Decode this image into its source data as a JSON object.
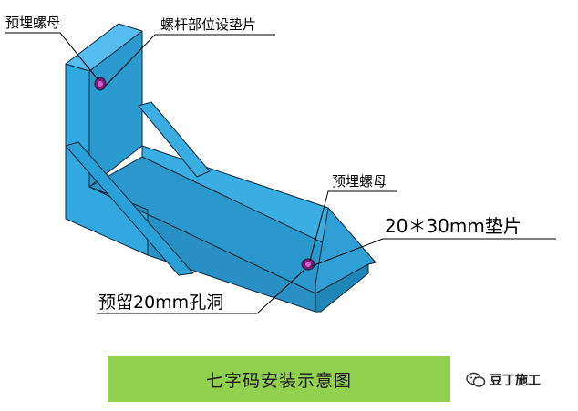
{
  "labels": {
    "nut_top": "预埋螺母",
    "gasket_bolt": "螺杆部位设垫片",
    "nut_right": "预埋螺母",
    "gasket_size": "20＊30mm垫片",
    "hole": "预留20mm孔洞"
  },
  "caption": "七字码安装示意图",
  "watermark": {
    "text": "豆丁施工",
    "icon": "wechat-chat-icon"
  },
  "colors": {
    "steel_face": "#33a8e0",
    "steel_inner": "#2796cc",
    "steel_dark": "#1f86b8",
    "outline": "#0d2a3a",
    "nut": "#7a1a7a",
    "caption_bg": "#92d050"
  }
}
